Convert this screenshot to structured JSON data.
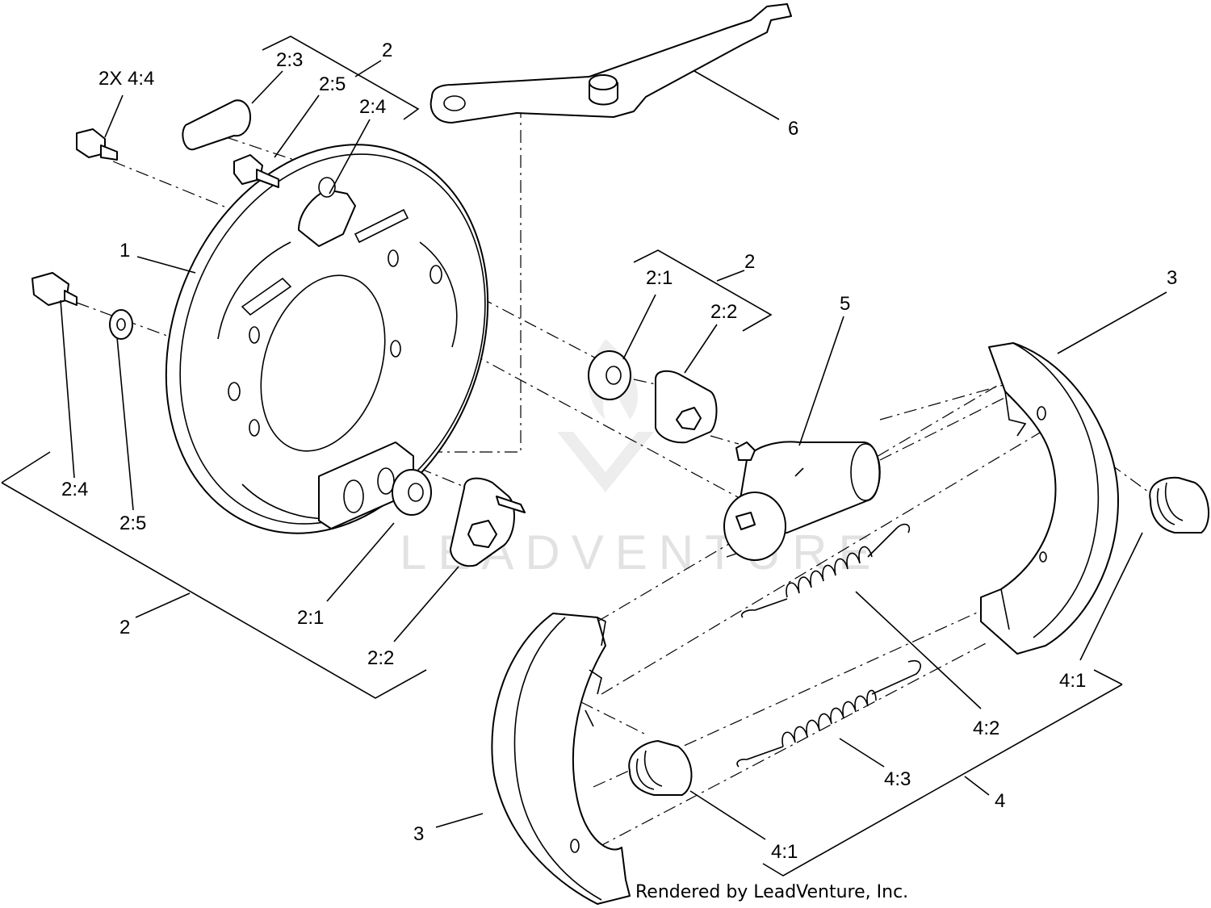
{
  "diagram": {
    "credit": "Rendered by LeadVenture, Inc.",
    "watermark": "LEADVENTURE",
    "callouts": {
      "c_2x44": "2X 4:4",
      "c_23": "2:3",
      "c_2_top": "2",
      "c_25_top": "2:5",
      "c_24_top": "2:4",
      "c_6": "6",
      "c_1": "1",
      "c_21_mid": "2:1",
      "c_2_mid": "2",
      "c_22_mid": "2:2",
      "c_5": "5",
      "c_3_right": "3",
      "c_24_left": "2:4",
      "c_25_left": "2:5",
      "c_2_left": "2",
      "c_21_low": "2:1",
      "c_22_low": "2:2",
      "c_41_right": "4:1",
      "c_42": "4:2",
      "c_43": "4:3",
      "c_4": "4",
      "c_3_left": "3",
      "c_41_low": "4:1"
    }
  }
}
